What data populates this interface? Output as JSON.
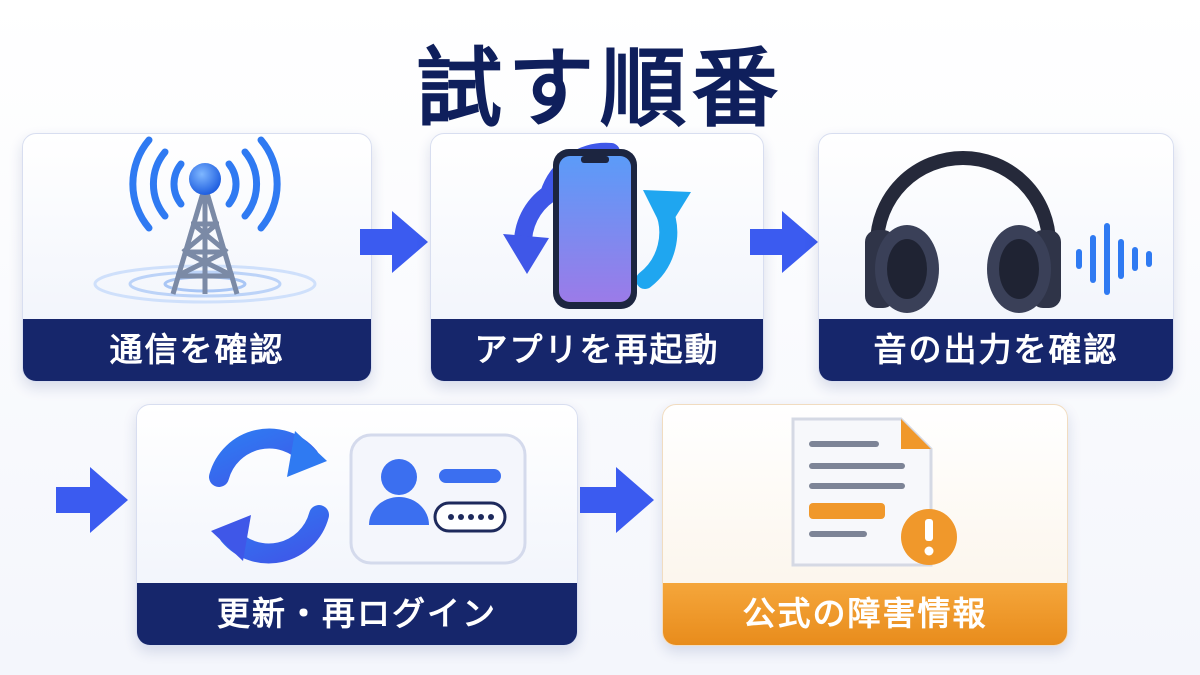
{
  "title": "試す順番",
  "steps": [
    {
      "label": "通信を確認",
      "icon": "signal-tower-icon"
    },
    {
      "label": "アプリを再起動",
      "icon": "phone-restart-icon"
    },
    {
      "label": "音の出力を確認",
      "icon": "headphones-icon"
    },
    {
      "label": "更新・再ログイン",
      "icon": "refresh-login-icon"
    },
    {
      "label": "公式の障害情報",
      "icon": "official-notice-icon"
    }
  ],
  "colors": {
    "navy": "#16266b",
    "blue": "#3b5bf0",
    "orange": "#f0982b"
  }
}
